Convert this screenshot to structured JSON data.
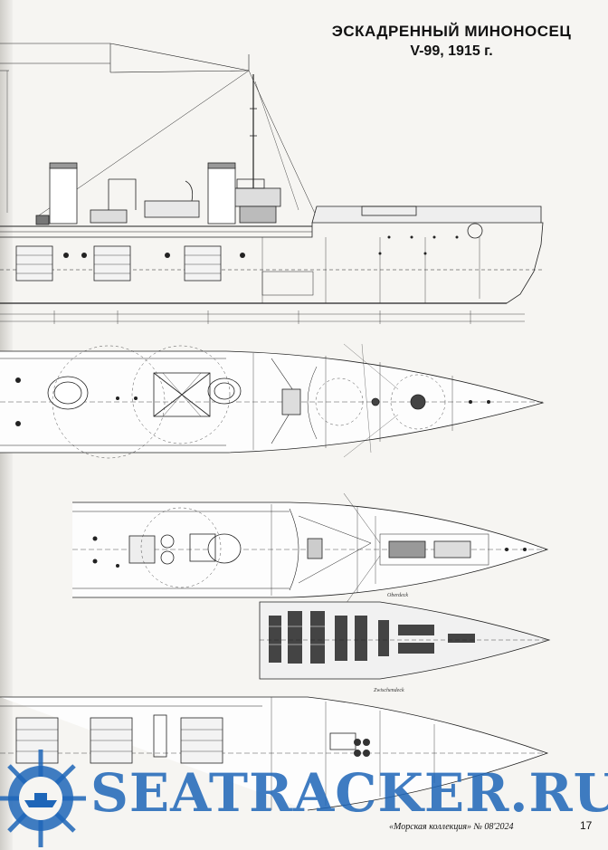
{
  "title": {
    "line1": "ЭСКАДРЕННЫЙ МИНОНОСЕЦ",
    "line2": "V-99, 1915 г."
  },
  "views": {
    "profile_name": "side-profile",
    "upper_deck_name": "upper-deck-plan",
    "lower_deck_label": "Oberdeck",
    "hold_label": "Zwischendeck"
  },
  "watermark": {
    "text": "SEATRACKER.RU",
    "color": "#1e66b8"
  },
  "footer": {
    "magazine": "«Морская коллекция» № 08'2024",
    "page_number": "17"
  },
  "icons": {
    "logo": "ship-wheel-logo-icon"
  }
}
